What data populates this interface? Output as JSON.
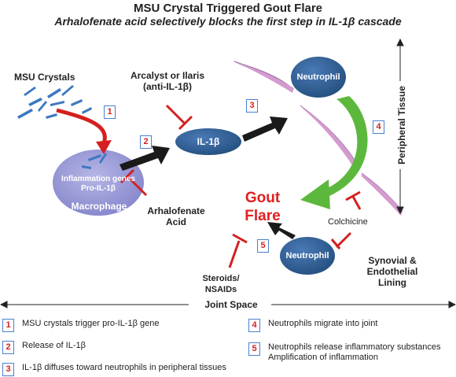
{
  "title": "MSU Crystal Triggered Gout Flare",
  "subtitle": "Arhalofenate acid selectively blocks the first step in IL-1β cascade",
  "labels": {
    "msu_crystals": "MSU Crystals",
    "arcalyst_line1": "Arcalyst or Ilaris",
    "arcalyst_line2": "(anti-IL-1β)",
    "il1b": "IL-1β",
    "neutrophil_top": "Neutrophil",
    "neutrophil_bottom": "Neutrophil",
    "inflammation_line1": "Inflammation genes",
    "inflammation_line2": "Pro-IL-1β",
    "macrophage": "Macrophage",
    "arhalofenate_line1": "Arhalofenate",
    "arhalofenate_line2": "Acid",
    "gout_line1": "Gout",
    "gout_line2": "Flare",
    "colchicine": "Colchicine",
    "steroids_line1": "Steroids/",
    "steroids_line2": "NSAIDs",
    "synovial_line1": "Synovial &",
    "synovial_line2": "Endothelial",
    "synovial_line3": "Lining",
    "peripheral_tissue": "Peripheral Tissue",
    "joint_space": "Joint Space"
  },
  "steps": [
    "1",
    "2",
    "3",
    "4",
    "5"
  ],
  "legend": [
    {
      "num": "1",
      "text": "MSU crystals trigger pro-IL-1β gene"
    },
    {
      "num": "2",
      "text": "Release of IL-1β"
    },
    {
      "num": "3",
      "text": "IL-1β diffuses toward neutrophils in peripheral tissues"
    },
    {
      "num": "4",
      "text": "Neutrophils migrate into joint"
    },
    {
      "num": "5",
      "text": "Neutrophils release inflammatory substances",
      "text2": "Amplification of inflammation"
    }
  ],
  "colors": {
    "cell_blue": "#2f5f95",
    "macrophage": "#9b9bd6",
    "inhibitor_red": "#d42020",
    "gout_red": "#e02020",
    "crystal_blue": "#3e78c0",
    "arrow_black": "#1a1a1a",
    "arrow_green": "#5cb83c",
    "lining_pink": "#d39bd0",
    "box_border": "#4a7fd0"
  }
}
